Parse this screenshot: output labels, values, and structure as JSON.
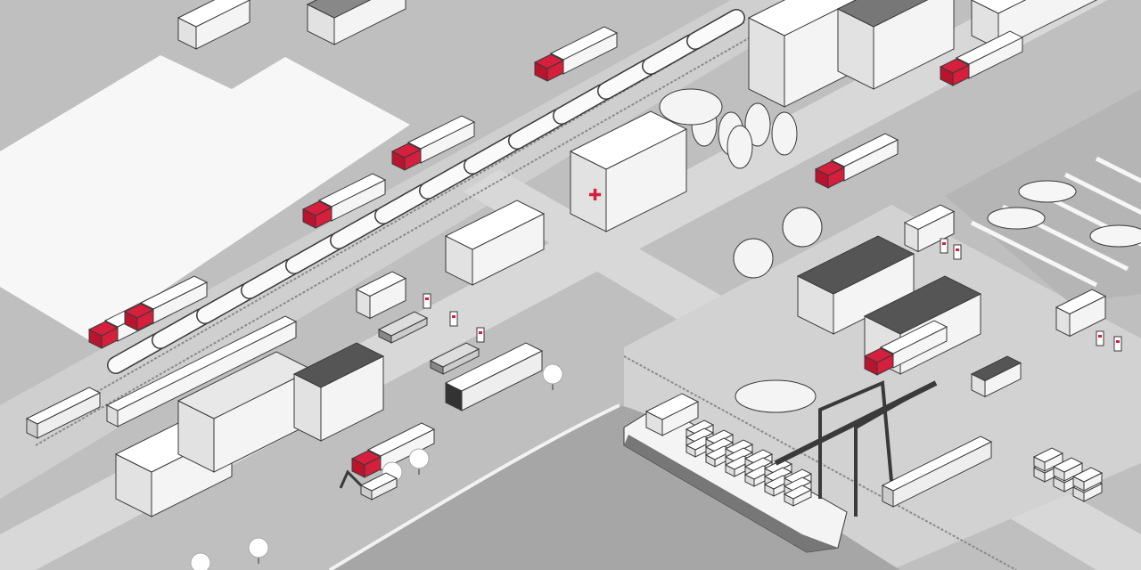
{
  "scene": {
    "kind": "isometric-logistics-illustration",
    "palette": {
      "ground": "#bfbfbf",
      "road": "#d6d6d6",
      "field": "#f7f7f7",
      "water": "#a6a6a6",
      "building_light": "#f2f2f2",
      "building_dark": "#555555",
      "outline": "#3a3a3a",
      "accent_red": "#d51f3c"
    },
    "elements": [
      "freight-train-with-tank-cars",
      "passenger-train",
      "red-cab-trucks",
      "container-ship",
      "gantry-crane",
      "warehouses",
      "factory-with-solar-roof",
      "storage-tanks",
      "hospital",
      "fire-station",
      "railway-station",
      "bus",
      "cars",
      "charging-stations",
      "marina-with-boats",
      "excavator"
    ]
  }
}
